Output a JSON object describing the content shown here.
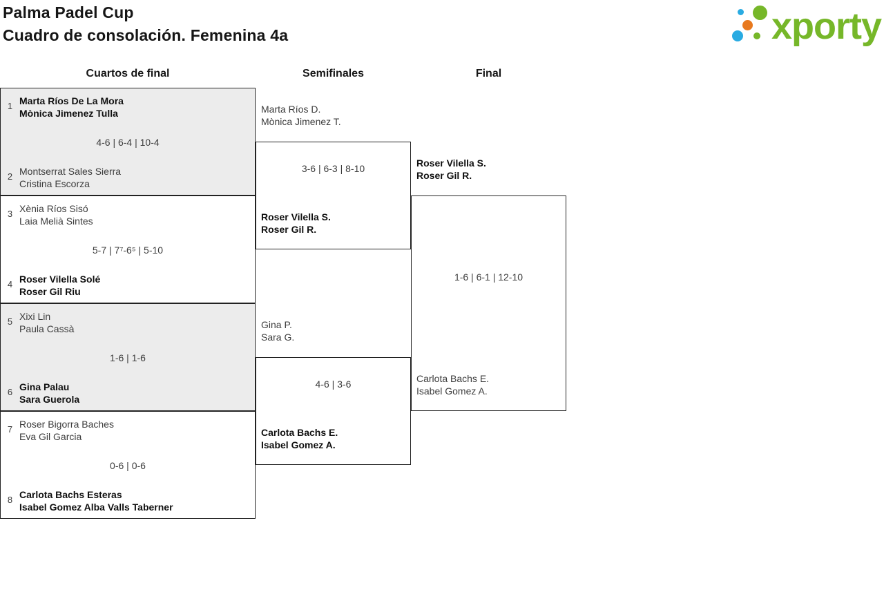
{
  "header": {
    "title_line1": "Palma Padel Cup",
    "title_line2": "Cuadro de consolación. Femenina 4a",
    "logo_text": "xporty"
  },
  "columns": [
    {
      "label": "Cuartos de final"
    },
    {
      "label": "Semifinales"
    },
    {
      "label": "Final"
    }
  ],
  "colors": {
    "logo_green": "#76b729",
    "logo_blue": "#29abe2",
    "logo_orange": "#e8791e",
    "box_border": "#222222",
    "shaded_box_bg": "#ececec",
    "winner_text": "#101010",
    "regular_text": "#3c3c3c"
  },
  "bracket": {
    "quarterfinals": [
      {
        "seed_top": "1",
        "team_top": [
          "Marta Ríos De La Mora",
          "Mònica Jimenez Tulla"
        ],
        "top_winner": true,
        "score": "4-6 | 6-4 | 10-4",
        "seed_bottom": "2",
        "team_bottom": [
          "Montserrat Sales Sierra",
          "Cristina Escorza"
        ],
        "bottom_winner": false
      },
      {
        "seed_top": "3",
        "team_top": [
          "Xènia Ríos Sisó",
          "Laia Melià Sintes"
        ],
        "top_winner": false,
        "score": "5-7 | 7⁷-6⁵ | 5-10",
        "seed_bottom": "4",
        "team_bottom": [
          "Roser Vilella Solé",
          "Roser Gil Riu"
        ],
        "bottom_winner": true
      },
      {
        "seed_top": "5",
        "team_top": [
          "Xixi Lin",
          "Paula Cassà"
        ],
        "top_winner": false,
        "score": "1-6 | 1-6",
        "seed_bottom": "6",
        "team_bottom": [
          "Gina Palau",
          "Sara Guerola"
        ],
        "bottom_winner": true
      },
      {
        "seed_top": "7",
        "team_top": [
          "Roser Bigorra Baches",
          "Eva Gil Garcia"
        ],
        "top_winner": false,
        "score": "0-6 | 0-6",
        "seed_bottom": "8",
        "team_bottom": [
          "Carlota Bachs Esteras",
          "Isabel Gomez Alba Valls Taberner"
        ],
        "bottom_winner": true
      }
    ],
    "semifinals": [
      {
        "team_top": [
          "Marta Ríos D.",
          "Mònica Jimenez T."
        ],
        "top_winner": false,
        "score": "3-6 | 6-3 | 8-10",
        "team_bottom": [
          "Roser Vilella S.",
          "Roser Gil R."
        ],
        "bottom_winner": true
      },
      {
        "team_top": [
          "Gina P.",
          "Sara G."
        ],
        "top_winner": false,
        "score": "4-6 | 3-6",
        "team_bottom": [
          "Carlota Bachs E.",
          "Isabel Gomez A."
        ],
        "bottom_winner": true
      }
    ],
    "final": {
      "team_top": [
        "Roser Vilella S.",
        "Roser Gil R."
      ],
      "top_winner": true,
      "score": "1-6 | 6-1 | 12-10",
      "team_bottom": [
        "Carlota Bachs E.",
        "Isabel Gomez A."
      ],
      "bottom_winner": false
    }
  }
}
